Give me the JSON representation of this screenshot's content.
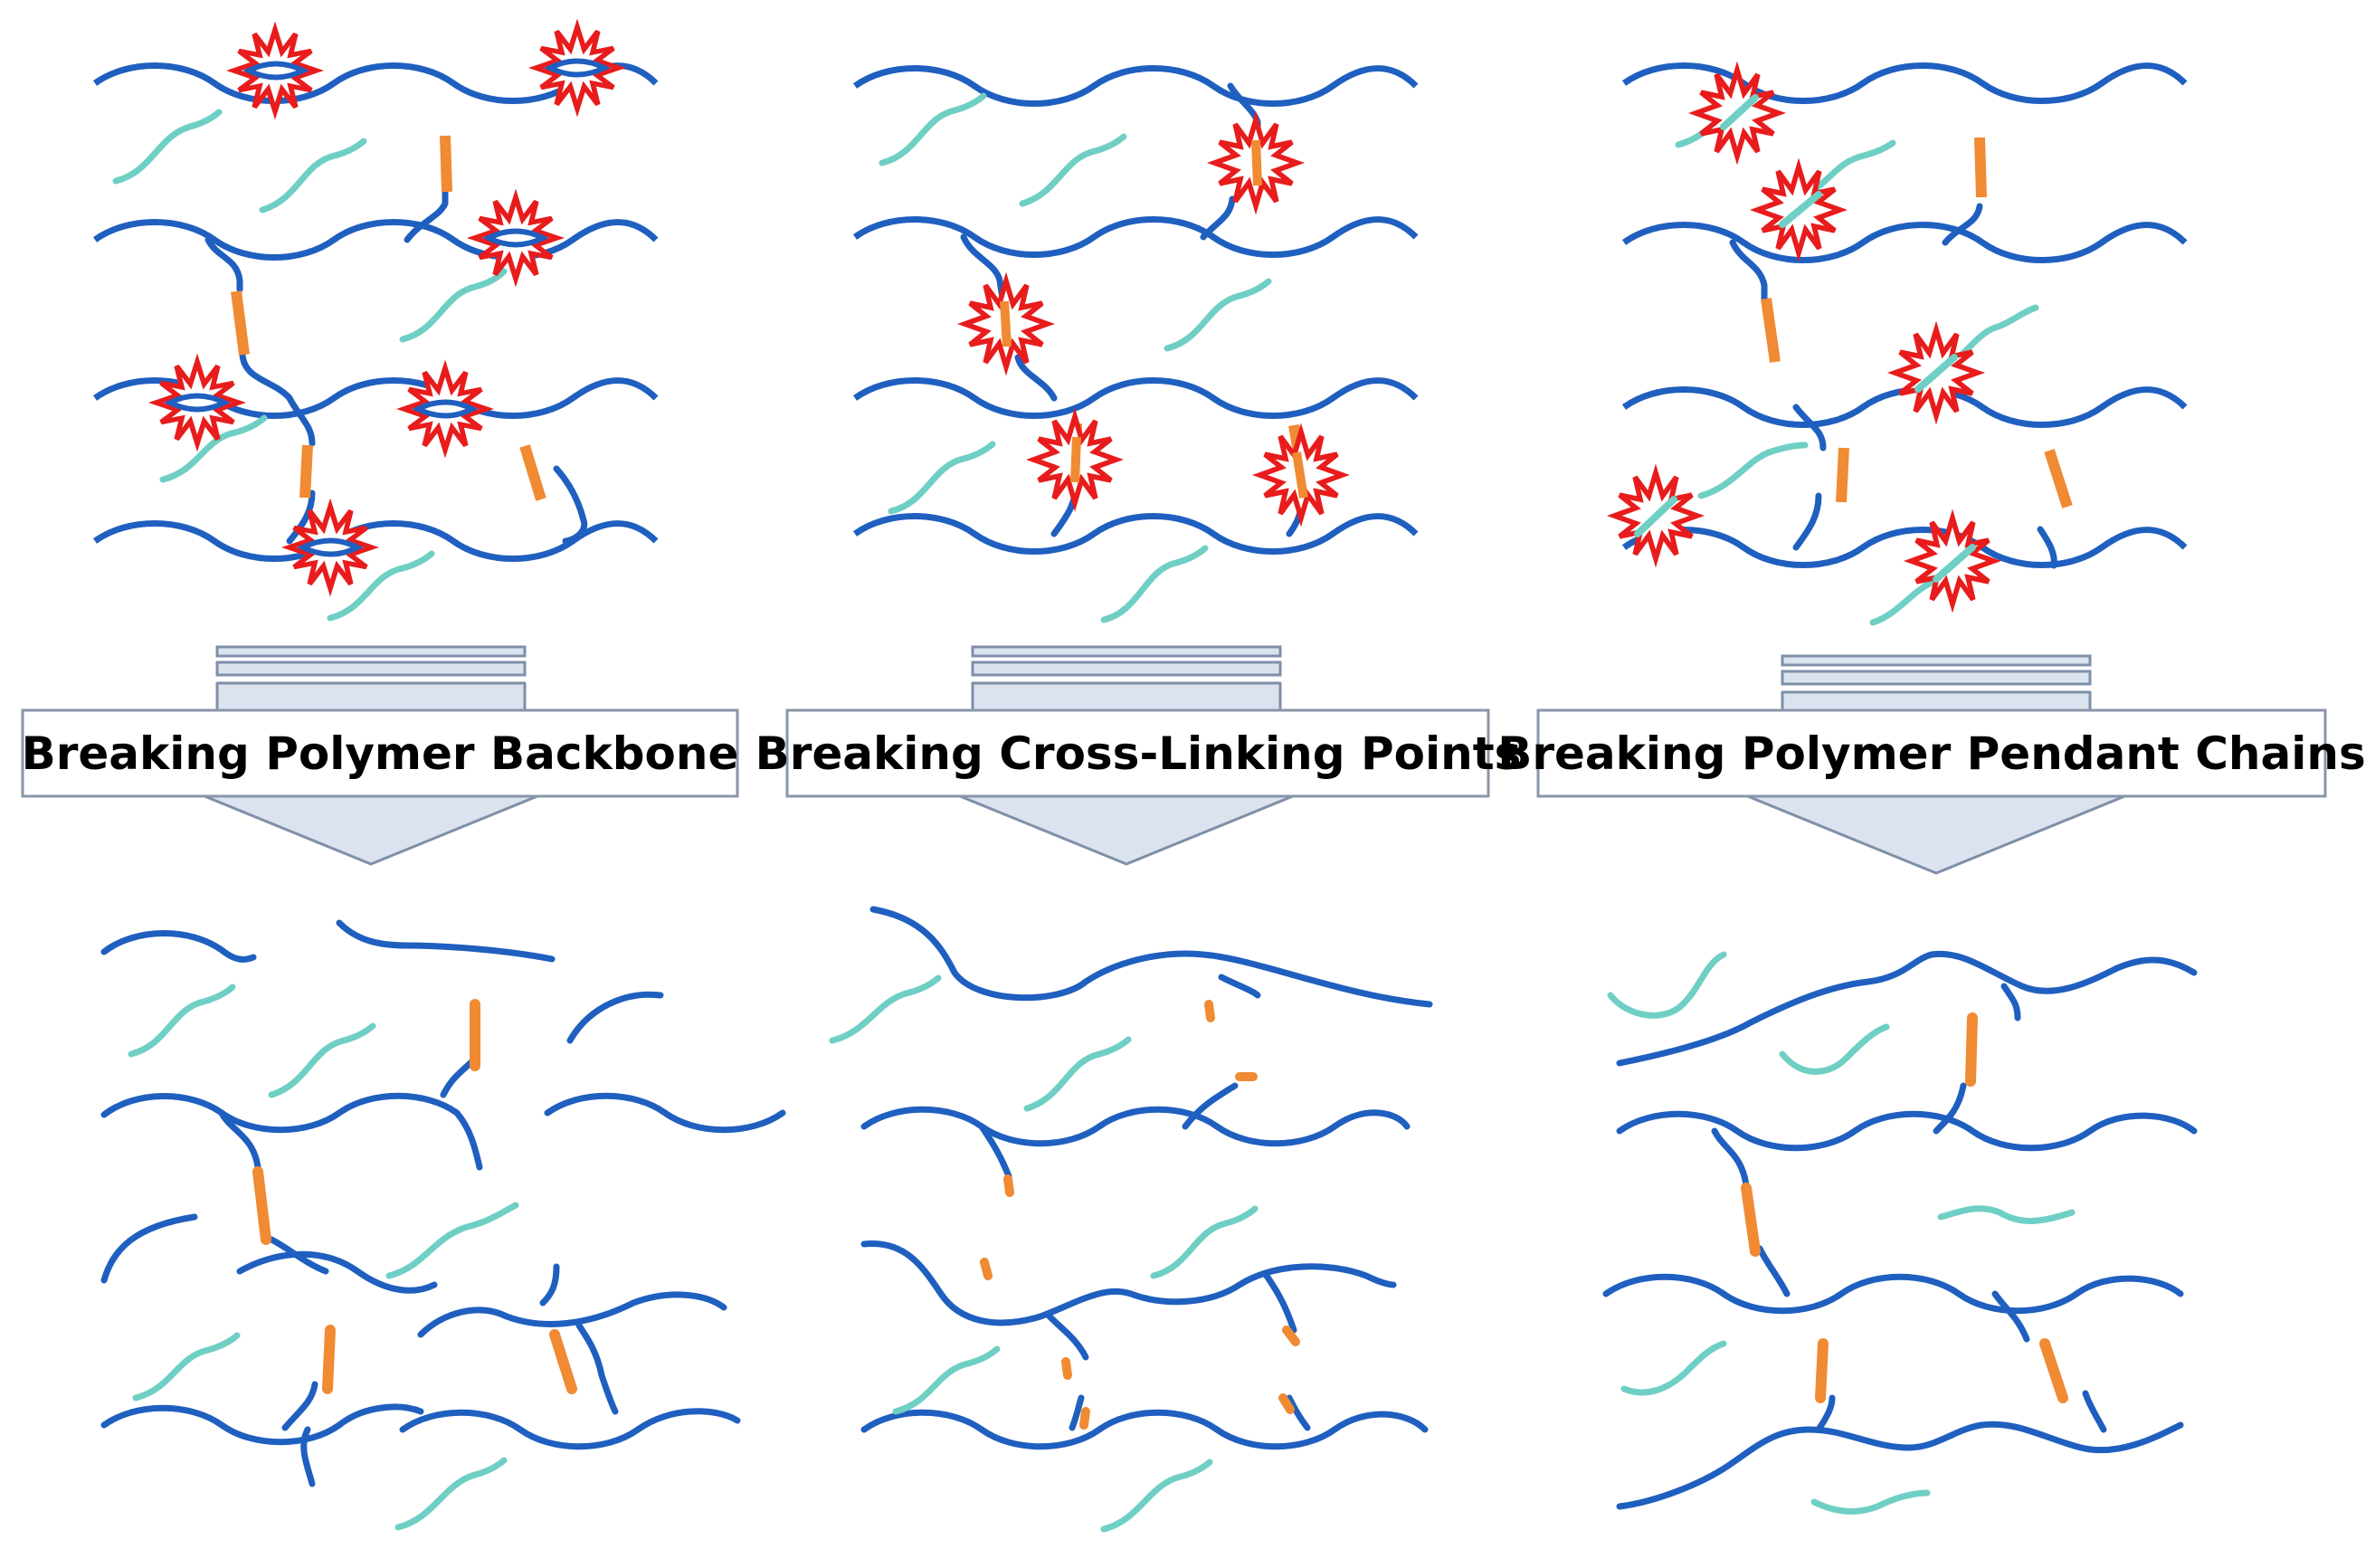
{
  "panels": [
    {
      "label": "Breaking Polymer Backbone"
    },
    {
      "label": "Breaking Cross-Linking Points"
    },
    {
      "label": "Breaking Polymer Pendant Chains"
    }
  ],
  "colors": {
    "backbone": "#1f5fbf",
    "pendant": "#6fcfc4",
    "crosslink": "#f08a33",
    "burst_fill": "#ffffff",
    "burst_stroke": "#e81c1c",
    "arrow_fill": "#dbe3ef",
    "arrow_stroke": "#7f8fa8",
    "label_box_stroke": "#8a96a8",
    "label_text": "#000000"
  }
}
